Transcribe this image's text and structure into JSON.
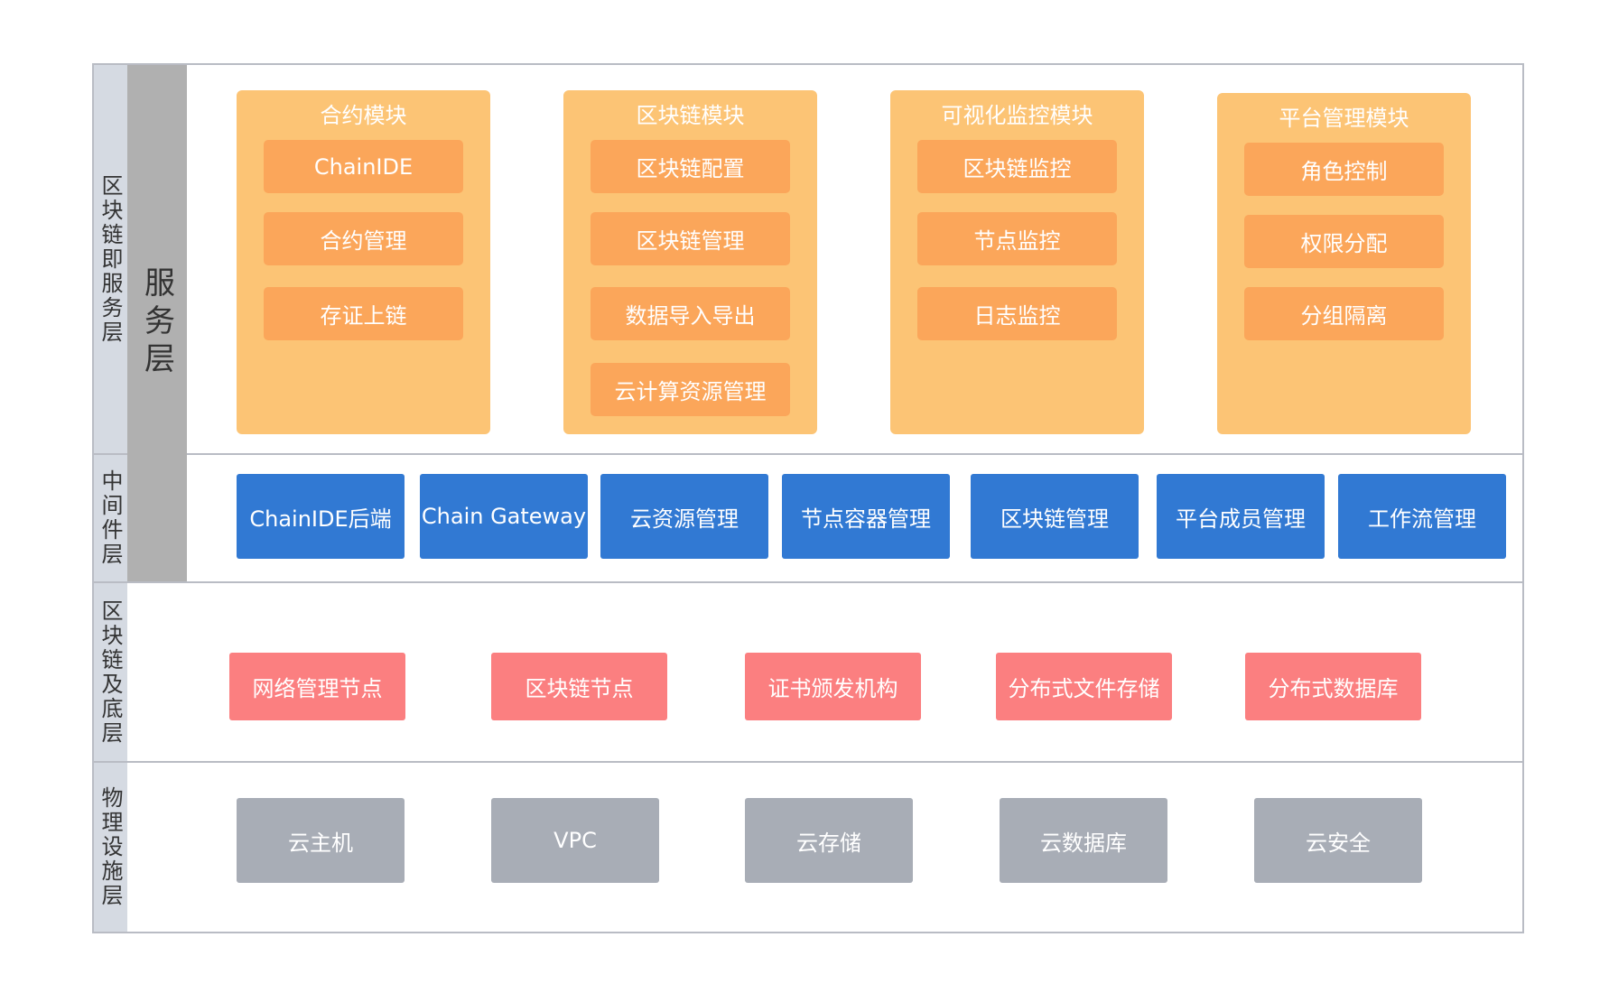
{
  "layers": {
    "service": "区块链即服务层",
    "service_inner": "服务层",
    "middleware": "中间件层",
    "blockchain": "区块链及底层",
    "physical": "物理设施层"
  },
  "modules": [
    {
      "title": "合约模块",
      "items": [
        "ChainIDE",
        "合约管理",
        "存证上链"
      ]
    },
    {
      "title": "区块链模块",
      "items": [
        "区块链配置",
        "区块链管理",
        "数据导入导出",
        "云计算资源管理"
      ]
    },
    {
      "title": "可视化监控模块",
      "items": [
        "区块链监控",
        "节点监控",
        "日志监控"
      ]
    },
    {
      "title": "平台管理模块",
      "items": [
        "角色控制",
        "权限分配",
        "分组隔离"
      ]
    }
  ],
  "middleware": [
    "ChainIDE后端",
    "Chain Gateway",
    "云资源管理",
    "节点容器管理",
    "区块链管理",
    "平台成员管理",
    "工作流管理"
  ],
  "blockchain_nodes": [
    "网络管理节点",
    "区块链节点",
    "证书颁发机构",
    "分布式文件存储",
    "分布式数据库"
  ],
  "physical": [
    "云主机",
    "VPC",
    "云存储",
    "云数据库",
    "云安全"
  ],
  "colors": {
    "module_bg": "#fcc475",
    "module_item": "#fba65a",
    "middleware": "#3179d3",
    "blockchain": "#fb7f80",
    "physical": "#a8adb6",
    "layer_label": "#d5dae2",
    "service_label": "#b0b0b0"
  }
}
